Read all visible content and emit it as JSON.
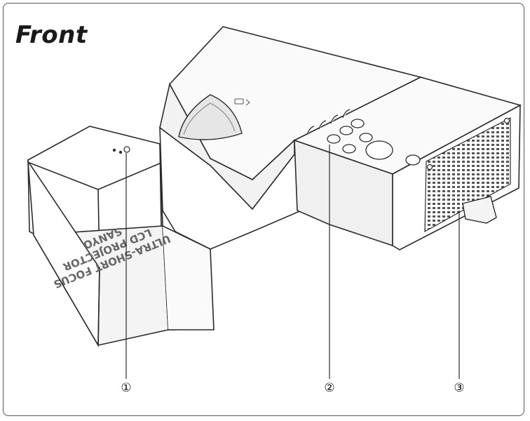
{
  "title": "Front",
  "casing_text": [
    "ULTRA-SHORT FOCUS",
    "LCD PROJECTOR",
    "SANYO"
  ],
  "callouts": [
    {
      "label": "①"
    },
    {
      "label": "②"
    },
    {
      "label": "③"
    }
  ],
  "colors": {
    "outline": "#2b2b2b",
    "body": "#ffffff",
    "shade": "#e9e9e9"
  }
}
